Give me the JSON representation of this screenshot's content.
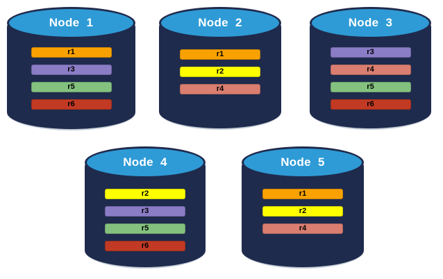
{
  "palette": {
    "background": "#FFFFFF",
    "cylinder_body": "#1F2B4D",
    "cylinder_top": "#2E9BD6",
    "title_color": "#FFFFFF",
    "bar_label_color": "#000000"
  },
  "replica_colors": {
    "r1": "#F9A100",
    "r2": "#FFFF00",
    "r3": "#8B7CC6",
    "r4": "#D97E70",
    "r5": "#84C17F",
    "r6": "#C23A23"
  },
  "nodes": [
    {
      "id": "node-1",
      "label": "Node  1",
      "replicas": [
        {
          "id": "r1",
          "label": "r1"
        },
        {
          "id": "r3",
          "label": "r3"
        },
        {
          "id": "r5",
          "label": "r5"
        },
        {
          "id": "r6",
          "label": "r6"
        }
      ]
    },
    {
      "id": "node-2",
      "label": "Node  2",
      "replicas": [
        {
          "id": "r1",
          "label": "r1"
        },
        {
          "id": "r2",
          "label": "r2"
        },
        {
          "id": "r4",
          "label": "r4"
        }
      ]
    },
    {
      "id": "node-3",
      "label": "Node  3",
      "replicas": [
        {
          "id": "r3",
          "label": "r3"
        },
        {
          "id": "r4",
          "label": "r4"
        },
        {
          "id": "r5",
          "label": "r5"
        },
        {
          "id": "r6",
          "label": "r6"
        }
      ]
    },
    {
      "id": "node-4",
      "label": "Node  4",
      "replicas": [
        {
          "id": "r2",
          "label": "r2"
        },
        {
          "id": "r3",
          "label": "r3"
        },
        {
          "id": "r5",
          "label": "r5"
        },
        {
          "id": "r6",
          "label": "r6"
        }
      ]
    },
    {
      "id": "node-5",
      "label": "Node  5",
      "replicas": [
        {
          "id": "r1",
          "label": "r1"
        },
        {
          "id": "r2",
          "label": "r2"
        },
        {
          "id": "r4",
          "label": "r4"
        }
      ]
    }
  ]
}
